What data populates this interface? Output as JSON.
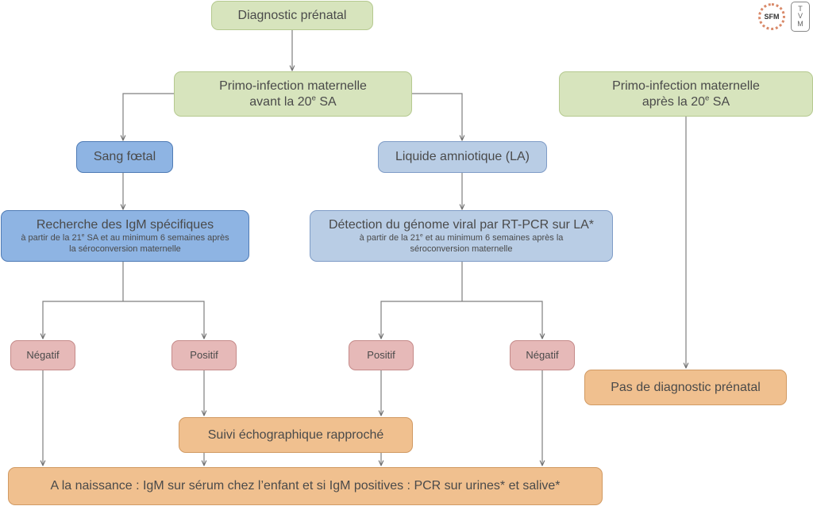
{
  "title": "Diagnostic prénatal",
  "logos": {
    "sfm": "SFM",
    "tvm": [
      "T",
      "V",
      "M"
    ]
  },
  "primo_before": {
    "line1": "Primo-infection maternelle",
    "line2_pre": "avant la 20",
    "line2_sup": "e",
    "line2_post": " SA"
  },
  "primo_after": {
    "line1": "Primo-infection maternelle",
    "line2_pre": "après la 20",
    "line2_sup": "e",
    "line2_post": " SA"
  },
  "sang_foetal": "Sang fœtal",
  "liquide_amniotique": "Liquide amniotique (LA)",
  "recherche_igm": {
    "title": "Recherche des IgM spécifiques",
    "sub1_pre": "à partir de la 21",
    "sub1_sup": "e",
    "sub1_post": " SA et au minimum 6 semaines après",
    "sub2": "la séroconversion maternelle"
  },
  "detection_genome": {
    "title": "Détection du génome viral par RT-PCR sur LA*",
    "sub1_pre": "à partir de la 21",
    "sub1_sup": "e",
    "sub1_post": " et au minimum 6 semaines après la",
    "sub2": "séroconversion maternelle"
  },
  "results": {
    "igm_negatif": "Négatif",
    "igm_positif": "Positif",
    "pcr_positif": "Positif",
    "pcr_negatif": "Négatif"
  },
  "suivi": "Suivi échographique rapproché",
  "pas_de_diagnostic": "Pas de diagnostic prénatal",
  "naissance": "A la naissance : IgM sur sérum chez l’enfant et si IgM positives : PCR sur urines* et salive*",
  "colors": {
    "green": "#d7e4bd",
    "blue_dark": "#8eb4e3",
    "blue_light": "#b9cde5",
    "pink": "#e6b9b8",
    "orange": "#f0c08f",
    "connector": "#7f7f7f"
  }
}
